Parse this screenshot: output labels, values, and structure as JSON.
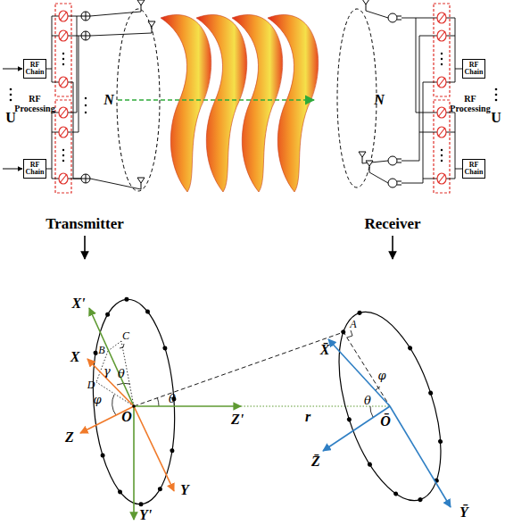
{
  "diagram": {
    "nodes": [
      {
        "text": [
          "RF Chain"
        ]
      },
      {
        "text": [
          "RF Chain"
        ]
      },
      {
        "text": [
          "RF Chain"
        ]
      },
      {
        "text": [
          "RF Chain"
        ]
      }
    ],
    "labels": [
      "U",
      "RF Processing",
      "N",
      "N",
      "RF Processing",
      "U",
      "Transmitter",
      "Receiver",
      "X'",
      "X",
      "Z",
      "O",
      "Y",
      "Y'",
      "Z'",
      "B",
      "C",
      "D",
      "γ",
      "θ",
      "φ",
      "θ",
      "r",
      "A",
      "X̄",
      "Z̄",
      "Ō",
      "Ȳ",
      "φ",
      "θ"
    ]
  }
}
